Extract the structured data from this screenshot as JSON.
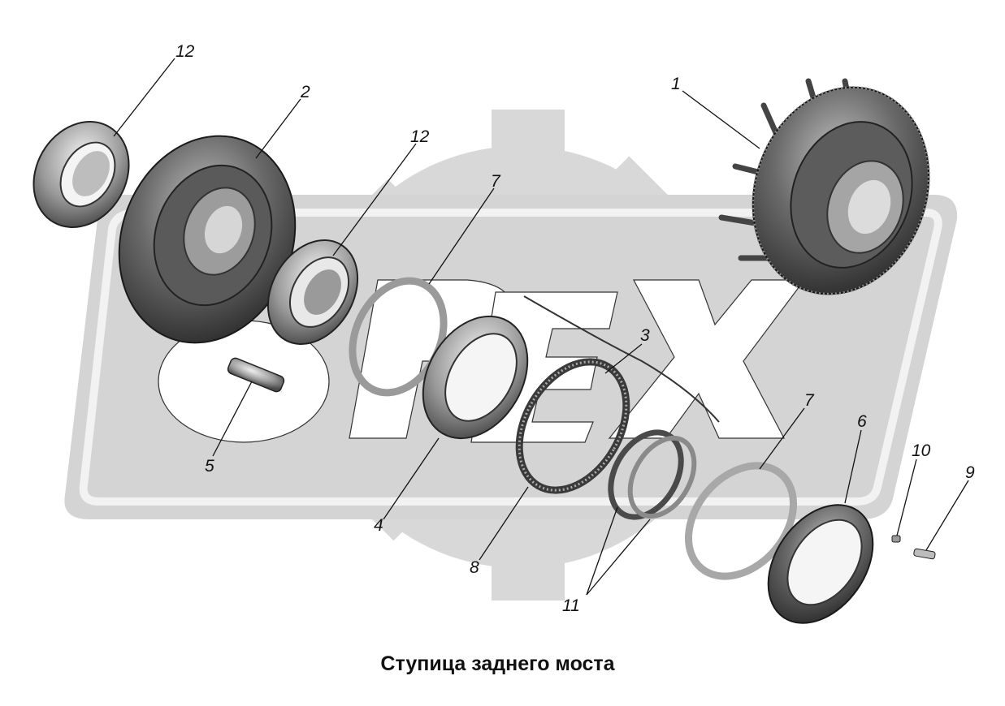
{
  "caption": "Ступица заднего моста",
  "watermark": {
    "text": "OPEX",
    "color": "#d6d6d6"
  },
  "callouts": {
    "c1": "1",
    "c2": "2",
    "c3": "3",
    "c4": "4",
    "c5": "5",
    "c6": "6",
    "c7a": "7",
    "c7b": "7",
    "c8": "8",
    "c9": "9",
    "c10": "10",
    "c11": "11",
    "c12a": "12",
    "c12b": "12"
  },
  "colors": {
    "part_dark": "#3e3e3e",
    "part_mid": "#8a8a8a",
    "part_light": "#c4c4c4",
    "ink": "#111111"
  }
}
